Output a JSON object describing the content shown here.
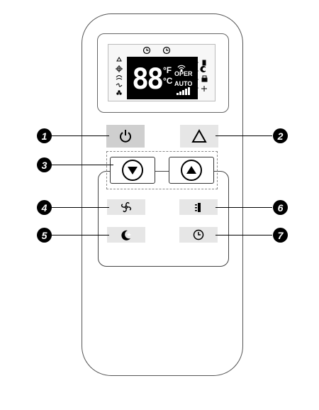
{
  "lcd": {
    "digits": "88",
    "unit_f": "°F",
    "unit_c": "°C",
    "oper": "OPER",
    "auto": "AUTO"
  },
  "callouts": [
    {
      "number": "1",
      "target": "power"
    },
    {
      "number": "2",
      "target": "mode"
    },
    {
      "number": "3",
      "target": "temperature"
    },
    {
      "number": "4",
      "target": "fan"
    },
    {
      "number": "5",
      "target": "sleep"
    },
    {
      "number": "6",
      "target": "swing"
    },
    {
      "number": "7",
      "target": "timer"
    }
  ],
  "icons": {
    "power": "power-icon",
    "mode": "triangle-mode-icon",
    "down": "down-arrow-icon",
    "up": "up-arrow-icon",
    "fan": "fan-icon",
    "swing": "swing-icon",
    "sleep": "sleep-moon-icon",
    "timer": "clock-icon"
  },
  "colors": {
    "outline": "#555555",
    "key_fill": "#e6e6e6",
    "power_key_fill": "#cfcfcf",
    "lcd_background": "#000000",
    "callout_fill": "#000000"
  }
}
